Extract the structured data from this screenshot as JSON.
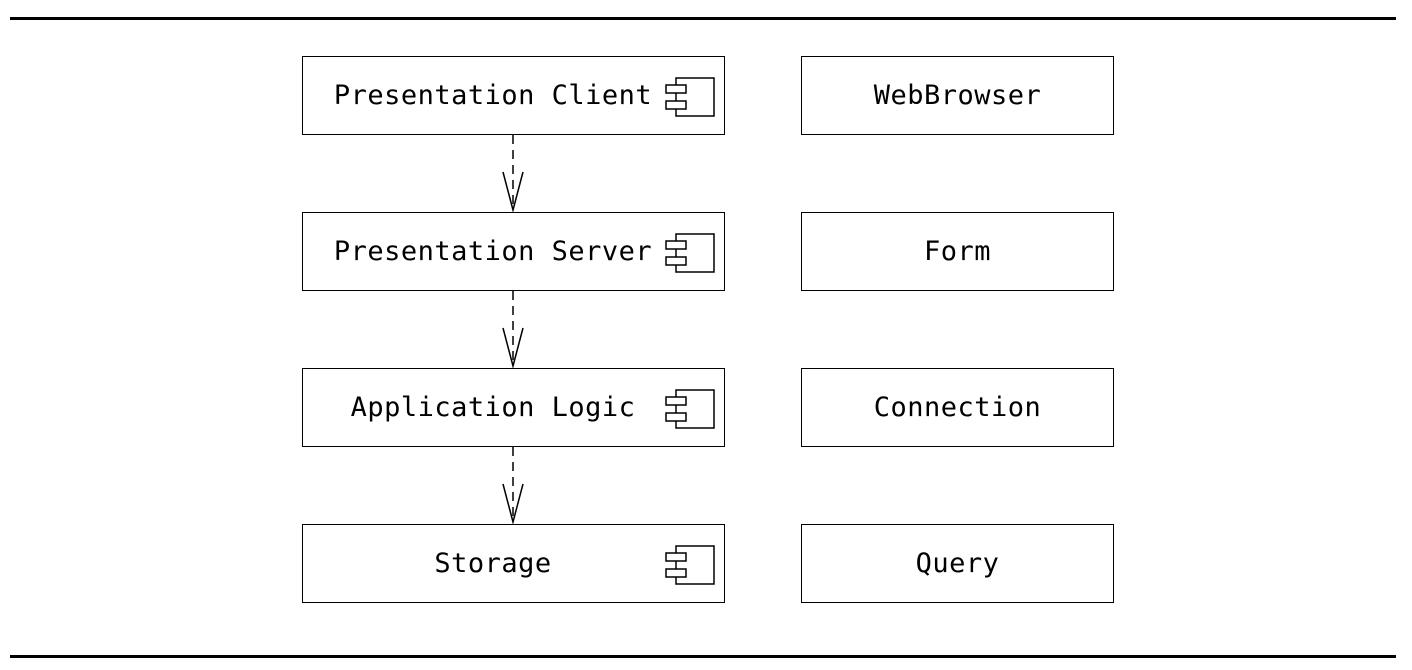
{
  "components": [
    {
      "label": "Presentation Client",
      "icon": "component-icon"
    },
    {
      "label": "Presentation Server",
      "icon": "component-icon"
    },
    {
      "label": "Application Logic",
      "icon": "component-icon"
    },
    {
      "label": "Storage",
      "icon": "component-icon"
    }
  ],
  "classes": [
    {
      "label": "WebBrowser"
    },
    {
      "label": "Form"
    },
    {
      "label": "Connection"
    },
    {
      "label": "Query"
    }
  ],
  "dependencies": [
    {
      "from": "Presentation Client",
      "to": "Presentation Server",
      "style": "dashed-open-arrow"
    },
    {
      "from": "Presentation Server",
      "to": "Application Logic",
      "style": "dashed-open-arrow"
    },
    {
      "from": "Application Logic",
      "to": "Storage",
      "style": "dashed-open-arrow"
    }
  ]
}
